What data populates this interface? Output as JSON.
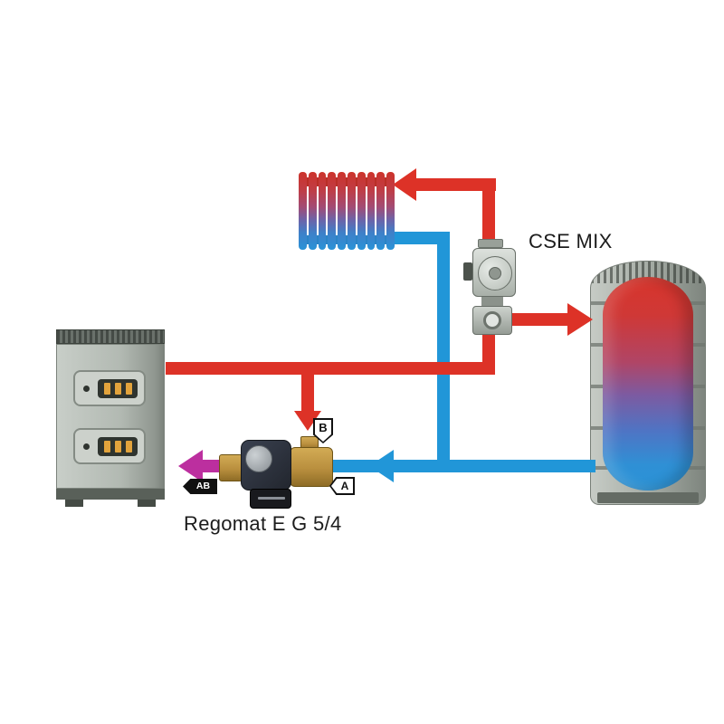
{
  "diagram": {
    "labels": {
      "cse_mix": "CSE MIX",
      "regomat": "Regomat E G 5/4",
      "port_b": "B",
      "port_a": "A",
      "port_ab": "AB"
    },
    "colors": {
      "hot_pipe": "#dd3227",
      "cold_pipe": "#2196d8",
      "mixed_pipe": "#bc2f9f"
    },
    "components": [
      {
        "name": "boiler"
      },
      {
        "name": "radiator"
      },
      {
        "name": "cse-mix-unit"
      },
      {
        "name": "buffer-tank"
      },
      {
        "name": "regomat-pump-group"
      }
    ]
  }
}
